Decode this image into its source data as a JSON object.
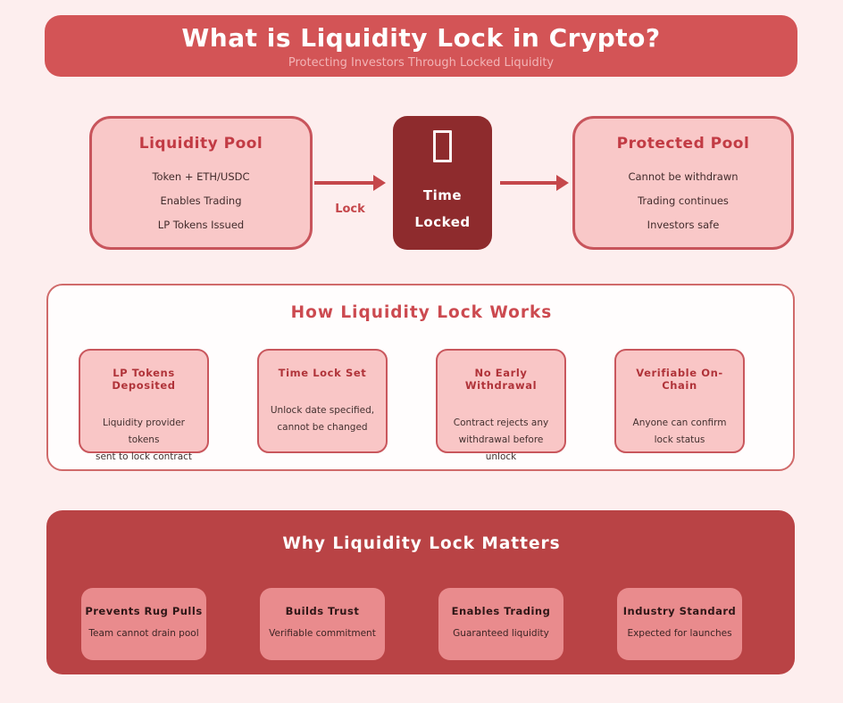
{
  "header": {
    "title": "What is Liquidity Lock in Crypto?",
    "subtitle": "Protecting Investors Through Locked Liquidity"
  },
  "flow": {
    "left_box": {
      "title": "Liquidity Pool",
      "lines": [
        "Token + ETH/USDC",
        "Enables Trading",
        "LP Tokens Issued"
      ]
    },
    "arrow_label": "Lock",
    "center_box": {
      "icon": "lock-icon",
      "lines": [
        "Time",
        "Locked"
      ]
    },
    "right_box": {
      "title": "Protected Pool",
      "lines": [
        "Cannot be withdrawn",
        "Trading continues",
        "Investors safe"
      ]
    }
  },
  "how_section": {
    "title": "How Liquidity Lock Works",
    "cards": [
      {
        "title": "LP Tokens Deposited",
        "line1": "Liquidity provider tokens",
        "line2": "sent to lock contract"
      },
      {
        "title": "Time Lock Set",
        "line1": "Unlock date specified,",
        "line2": "cannot be changed"
      },
      {
        "title": "No Early Withdrawal",
        "line1": "Contract rejects any",
        "line2": "withdrawal before unlock"
      },
      {
        "title": "Verifiable On-Chain",
        "line1": "Anyone can confirm",
        "line2": "lock status"
      }
    ]
  },
  "why_section": {
    "title": "Why Liquidity Lock Matters",
    "cards": [
      {
        "title": "Prevents Rug Pulls",
        "body": "Team cannot drain pool"
      },
      {
        "title": "Builds Trust",
        "body": "Verifiable commitment"
      },
      {
        "title": "Enables Trading",
        "body": "Guaranteed liquidity"
      },
      {
        "title": "Industry Standard",
        "body": "Expected for launches"
      }
    ]
  },
  "colors": {
    "page_background": "#fdeeee",
    "header_red": "#d35456",
    "pink_box_fill": "#f9c8c8",
    "pink_box_border": "#c8555c",
    "dark_maroon_box": "#8e2b2d",
    "arrow_red": "#c5474b",
    "section_title_red": "#cc4a50",
    "why_panel_red": "#b94345",
    "why_card_fill": "#e98b8d"
  }
}
